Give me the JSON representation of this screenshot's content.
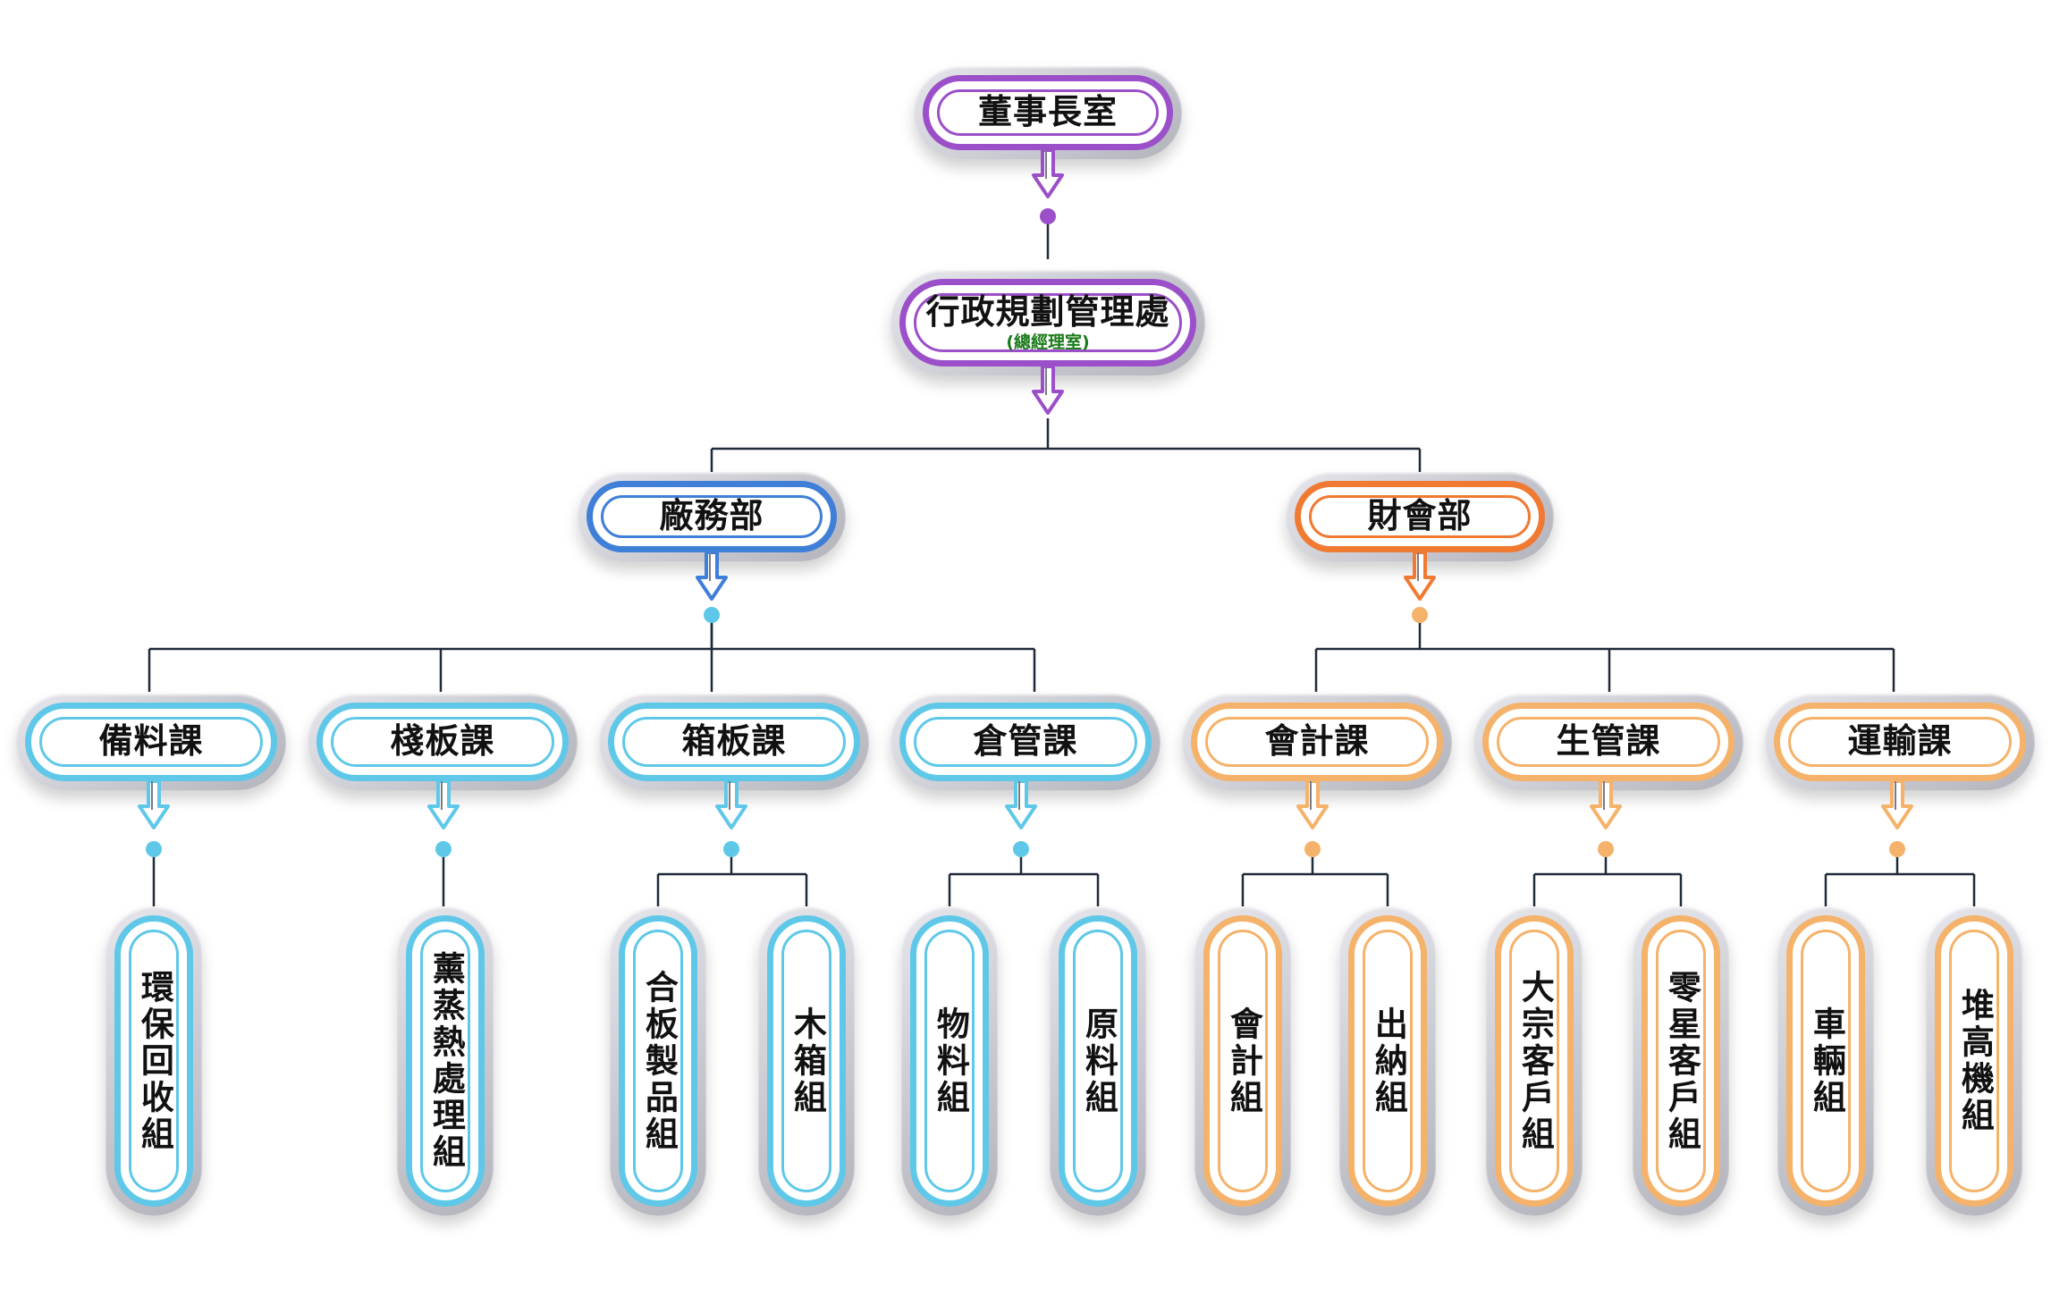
{
  "colors": {
    "purple": "#9b4fc8",
    "blue": "#3f7fd8",
    "orange": "#f07a32",
    "cyan": "#5fc8e8",
    "peach": "#f5b26a",
    "line": "#1f2a3a"
  },
  "nodes": {
    "chairman": {
      "label": "董事長室"
    },
    "admin": {
      "label": "行政規劃管理處",
      "sub": "(總經理室)"
    },
    "factory": {
      "label": "廠務部"
    },
    "finance": {
      "label": "財會部"
    },
    "materials": {
      "label": "備料課"
    },
    "plank": {
      "label": "棧板課"
    },
    "crate": {
      "label": "箱板課"
    },
    "warehouse": {
      "label": "倉管課"
    },
    "accounting": {
      "label": "會計課"
    },
    "production": {
      "label": "生管課"
    },
    "transport": {
      "label": "運輸課"
    },
    "recycle": {
      "label": "環保回收組"
    },
    "fumigation": {
      "label": "薰蒸熱處理組"
    },
    "plywood": {
      "label": "合板製品組"
    },
    "woodcrate": {
      "label": "木箱組"
    },
    "goods": {
      "label": "物料組"
    },
    "rawmat": {
      "label": "原料組"
    },
    "acct_group": {
      "label": "會計組"
    },
    "cashier": {
      "label": "出納組"
    },
    "bulk": {
      "label": "大宗客戶組"
    },
    "retail": {
      "label": "零星客戶組"
    },
    "vehicle": {
      "label": "車輛組"
    },
    "forklift": {
      "label": "堆高機組"
    }
  }
}
